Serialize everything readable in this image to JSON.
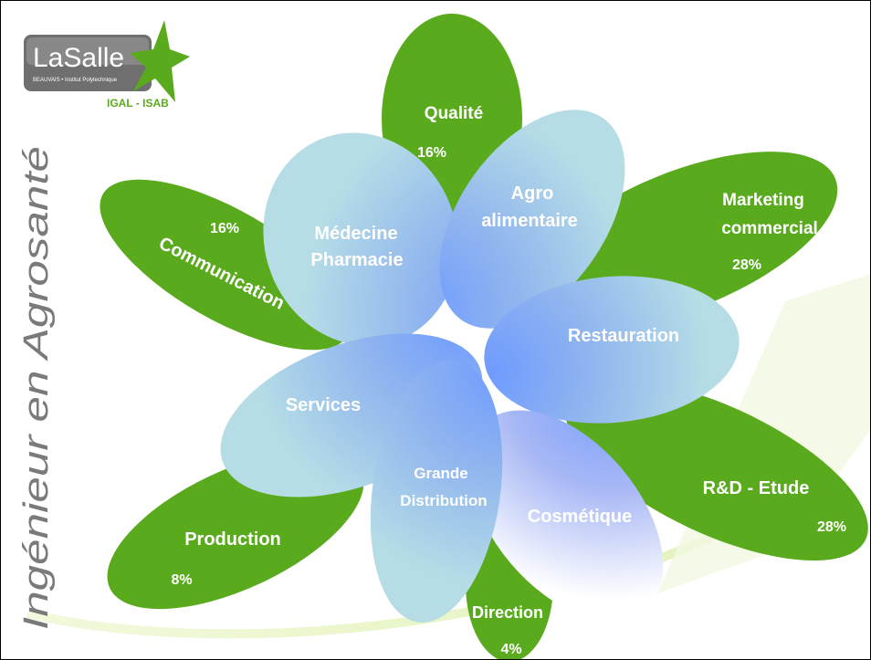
{
  "logo": {
    "name": "LaSalle",
    "tagline": "BEAUVAIS • Institut Polytechnique",
    "subtitle": "IGAL - ISAB"
  },
  "vertical_title": "Ingénieur en Agrosanté",
  "outer_petals": [
    {
      "id": "qualite",
      "label": "Qualité",
      "percent": "16%"
    },
    {
      "id": "marketing",
      "label_lines": [
        "Marketing",
        "commercial"
      ],
      "percent": "28%"
    },
    {
      "id": "rd",
      "label": "R&D - Etude",
      "percent": "28%"
    },
    {
      "id": "direction",
      "label": "Direction",
      "percent": "4%"
    },
    {
      "id": "production",
      "label": "Production",
      "percent": "8%"
    },
    {
      "id": "communication",
      "label": "Communication",
      "percent": "16%"
    }
  ],
  "inner_petals": [
    {
      "id": "medecine",
      "label_lines": [
        "Médecine",
        "Pharmacie"
      ]
    },
    {
      "id": "agro",
      "label_lines": [
        "Agro",
        "alimentaire"
      ]
    },
    {
      "id": "restauration",
      "label": "Restauration"
    },
    {
      "id": "cosmetique",
      "label": "Cosmétique"
    },
    {
      "id": "grande-distribution",
      "label_lines": [
        "Grande",
        "Distribution"
      ]
    },
    {
      "id": "services",
      "label": "Services"
    }
  ],
  "colors": {
    "green_petal": "#5aaa1e",
    "blue_center": "#6e9bff",
    "blue_edge": "#a9d5e0",
    "background_swoosh": "#e8f5c8"
  }
}
